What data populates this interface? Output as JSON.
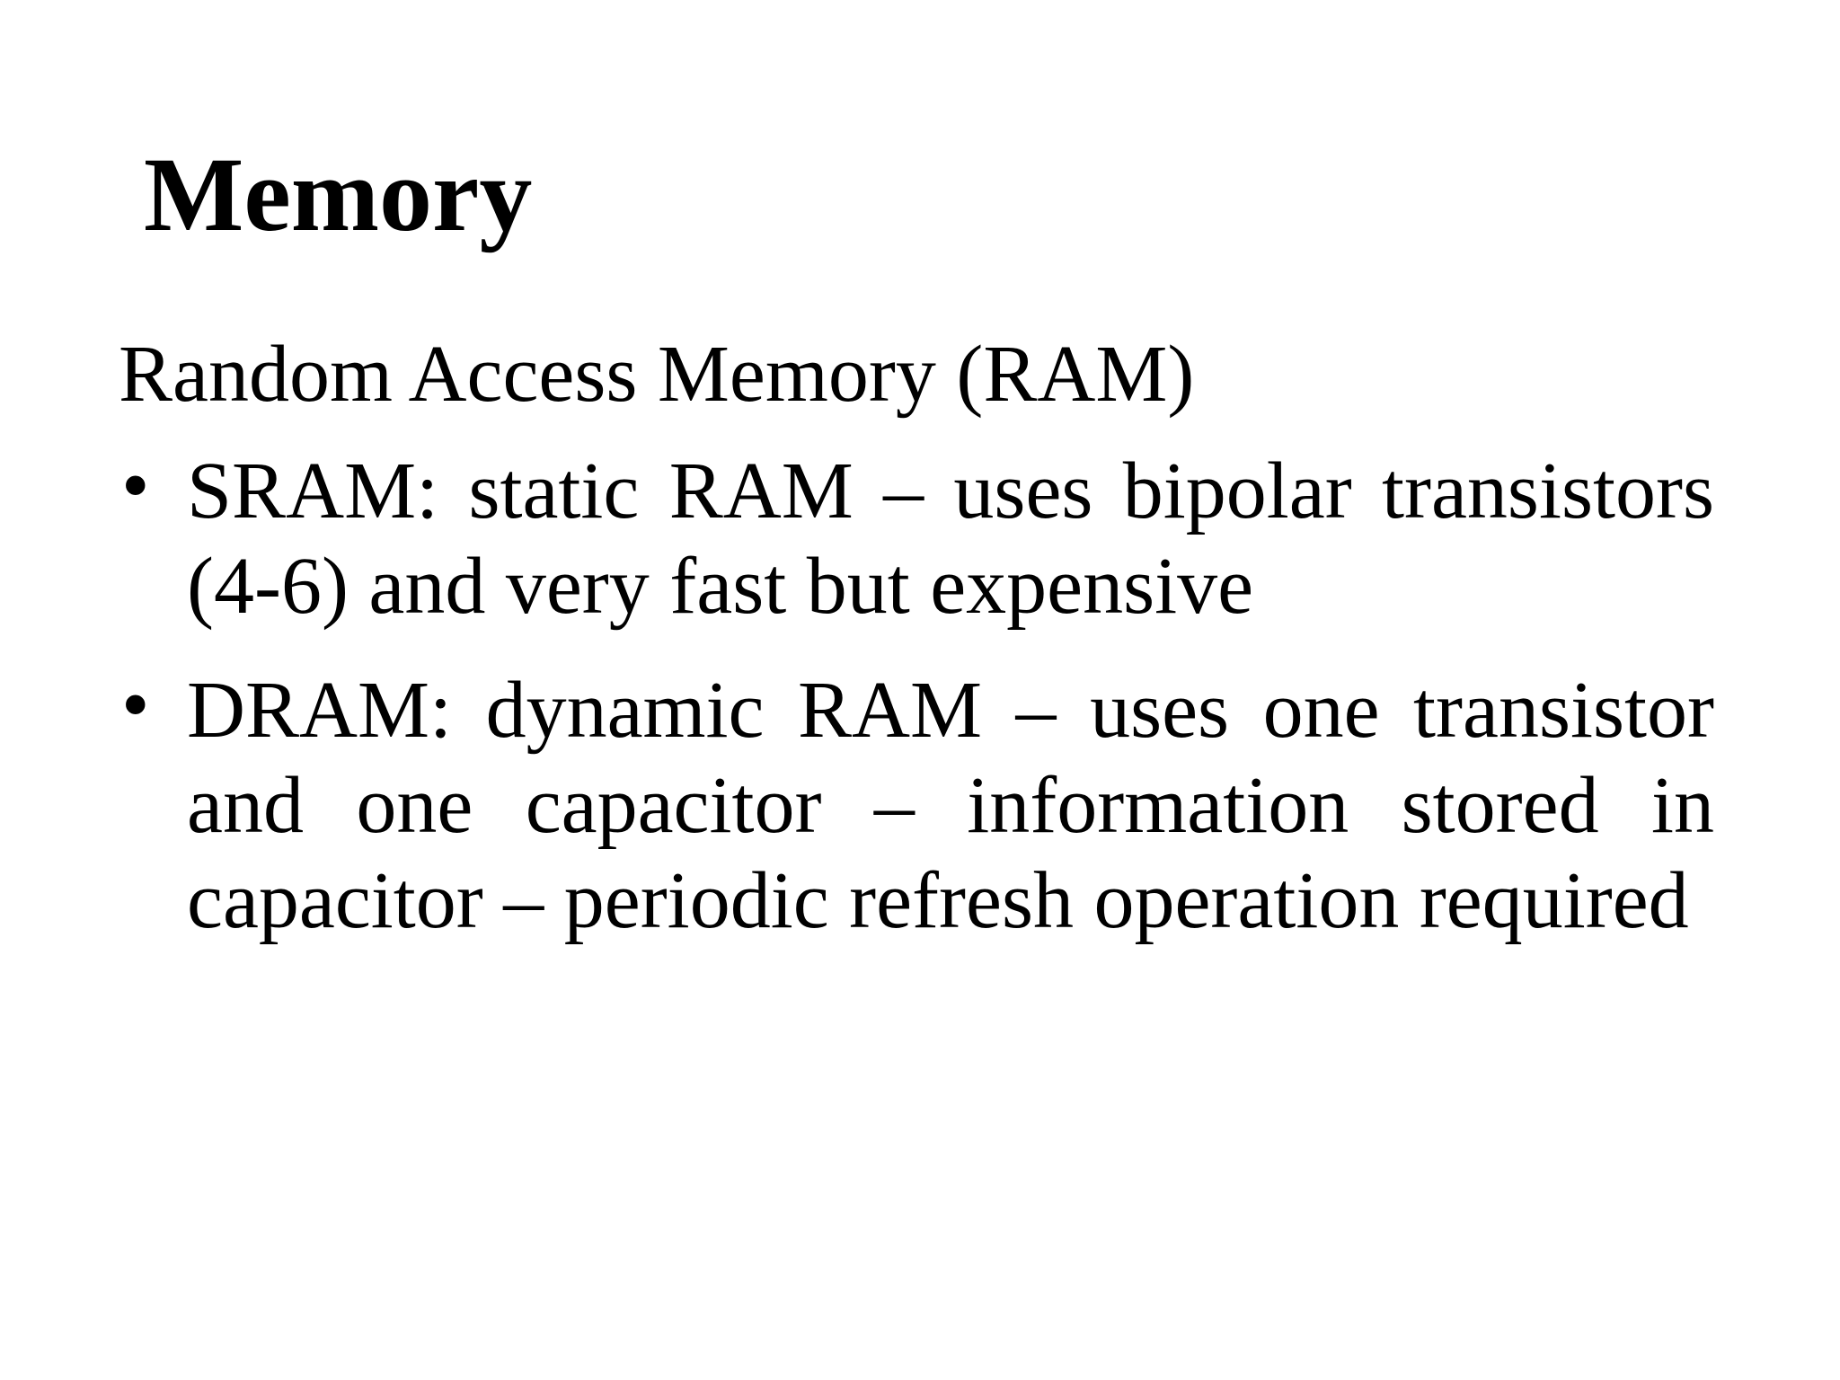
{
  "slide": {
    "background_color": "#ffffff",
    "text_color": "#000000",
    "title": "Memory",
    "bullet_char": "•",
    "intro": "Random Access Memory (RAM)",
    "bullets": [
      {
        "full_text": "SRAM: static RAM – uses bipolar transistors (4-6) and very fast but expensive",
        "lines": [
          "SRAM: static RAM – uses bipolar transistors",
          "(4-6) and very fast but expensive"
        ]
      },
      {
        "full_text": "DRAM: dynamic RAM – uses one transistor and one capacitor – information stored in capacitor – periodic refresh operation required",
        "lines": [
          "DRAM: dynamic RAM – uses one transistor",
          "and one capacitor – information stored in",
          "capacitor – periodic refresh operation required"
        ]
      }
    ]
  }
}
